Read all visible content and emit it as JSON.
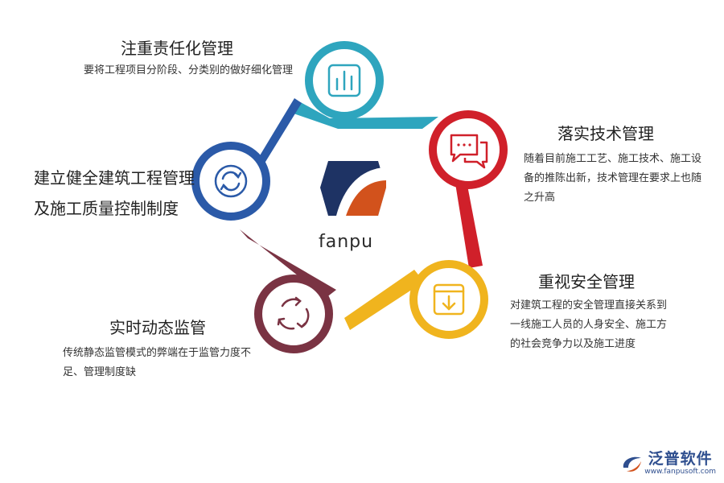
{
  "nodes": [
    {
      "id": "responsibility",
      "title": "注重责任化管理",
      "desc": "要将工程项目分阶段、分类别的做好细化管理",
      "color": "#2ea5be",
      "icon": "bar-chart-icon"
    },
    {
      "id": "technology",
      "title": "落实技术管理",
      "desc": "随着目前施工工艺、施工技术、施工设备的推陈出新，技术管理在要求上也随之升高",
      "color": "#d0202a",
      "icon": "chat-bubbles-icon"
    },
    {
      "id": "safety",
      "title": "重视安全管理",
      "desc": "对建筑工程的安全管理直接关系到一线施工人员的人身安全、施工方的社会竞争力以及施工进度",
      "color": "#f0b41e",
      "icon": "download-box-icon"
    },
    {
      "id": "monitoring",
      "title": "实时动态监管",
      "desc": "传统静态监管模式的弊端在于监管力度不足、管理制度缺",
      "color": "#7a3343",
      "icon": "cycle-arrows-icon"
    },
    {
      "id": "quality",
      "title": "建立健全建筑工程管理及施工质量控制制度",
      "desc": "",
      "color": "#2b5aa8",
      "icon": "refresh-icon"
    }
  ],
  "center": {
    "brand": "fanpu",
    "logo_colors": [
      "#1e3364",
      "#d2521c"
    ]
  },
  "watermark": {
    "name": "泛普软件",
    "url": "www.fanpusoft.com",
    "color": "#2f4f8f"
  }
}
